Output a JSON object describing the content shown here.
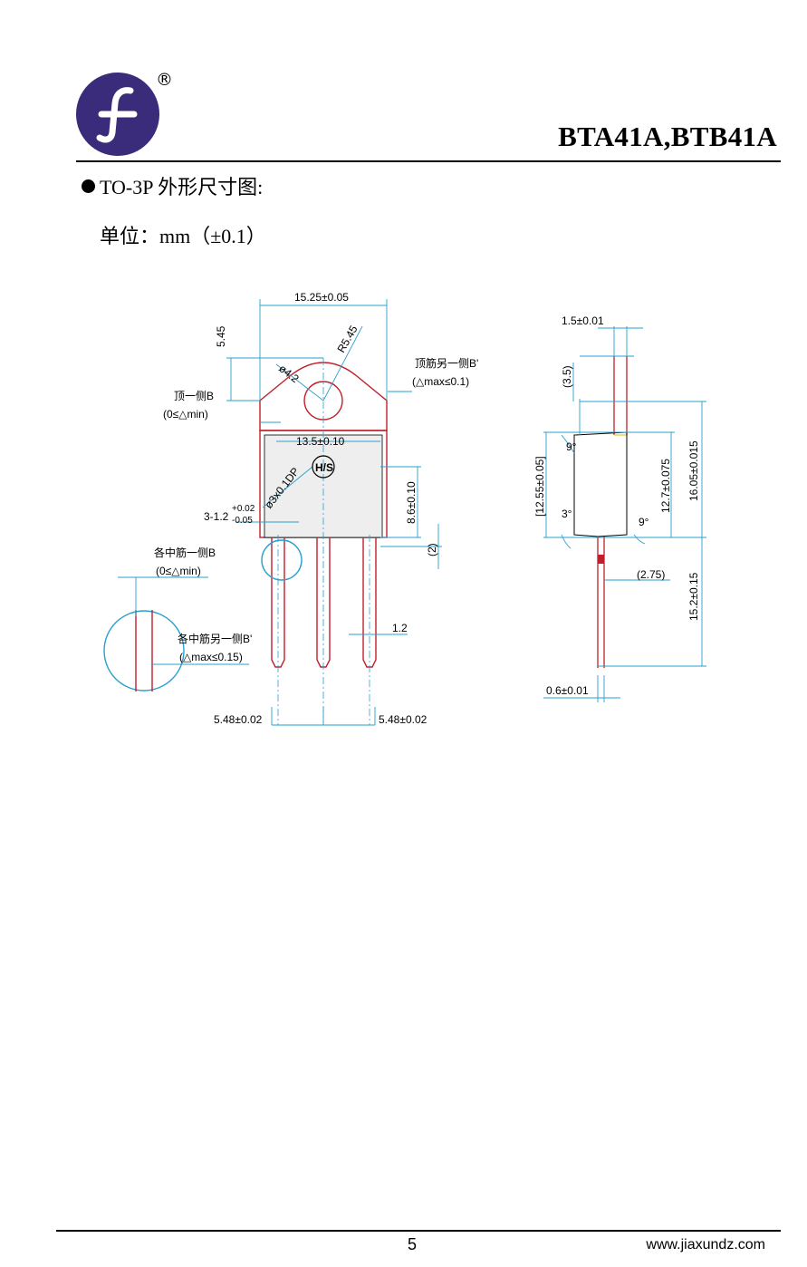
{
  "header": {
    "title": "BTA41A,BTB41A",
    "registered_mark": "®",
    "logo_letter": "f"
  },
  "section": {
    "heading": "TO-3P 外形尺寸图:",
    "unit_label": "单位：mm（±0.1）"
  },
  "front_view": {
    "width": "15.25±0.05",
    "top_height": "5.45",
    "radius": "R5.45",
    "hole": "ø4.2",
    "top_side_label": "顶筋另一侧B'",
    "top_side_tol": "(△max≤0.1)",
    "top_label": "顶一侧B",
    "top_tol": "(0≤△min)",
    "body_width": "13.5±0.10",
    "marking": "H/S",
    "ejector": "ø3x0.1DP",
    "height_86": "8.6±0.10",
    "pin_step": "(2)",
    "pin_width_label": "3-1.2",
    "pin_width_plus": "+0.02",
    "pin_width_minus": "-0.05",
    "mid_label": "各中筋一侧B",
    "mid_tol": "(0≤△min)",
    "mid_other_label": "各中筋另一侧B'",
    "mid_other_tol": "(△max≤0.15)",
    "pin_12": "1.2",
    "pitch_left": "5.48±0.02",
    "pitch_right": "5.48±0.02"
  },
  "side_view": {
    "tab_thickness": "1.5±0.01",
    "tab_height": "(3.5)",
    "total_body": "16.05±0.015",
    "body_127": "12.7±0.075",
    "body_1255": "[12.55±0.05]",
    "angle_9a": "9°",
    "angle_3": "3°",
    "angle_9b": "9°",
    "offset": "(2.75)",
    "lead_length": "15.2±0.15",
    "lead_thickness": "0.6±0.01"
  },
  "footer": {
    "page": "5",
    "website": "www.jiaxundz.com"
  },
  "colors": {
    "logo": "#3a2c7a",
    "outline": "#c0202a",
    "dimension": "#2a9fd0"
  }
}
